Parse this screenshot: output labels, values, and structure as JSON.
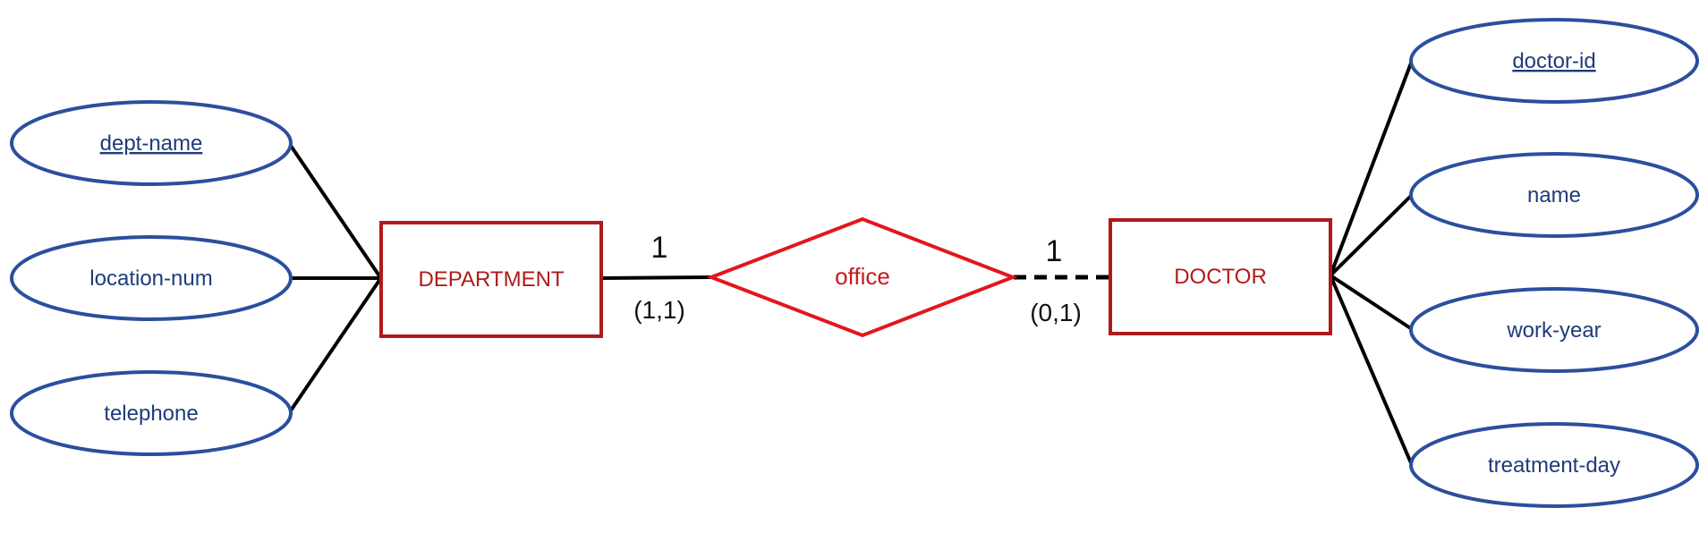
{
  "entities": {
    "department": {
      "name": "DEPARTMENT",
      "attributes": {
        "dept_name": "dept-name",
        "location_num": "location-num",
        "telephone": "telephone"
      }
    },
    "doctor": {
      "name": "DOCTOR",
      "attributes": {
        "doctor_id": "doctor-id",
        "name": "name",
        "work_year": "work-year",
        "treatment_day": "treatment-day"
      }
    }
  },
  "relationship": {
    "name": "office",
    "left_cardinality": "1",
    "left_constraint": "(1,1)",
    "right_cardinality": "1",
    "right_constraint": "(0,1)"
  },
  "colors": {
    "attribute_outline": "#2b4f9e",
    "entity_outline": "#b01a1a",
    "relationship_outline": "#e3161c",
    "lines": "#000000"
  }
}
